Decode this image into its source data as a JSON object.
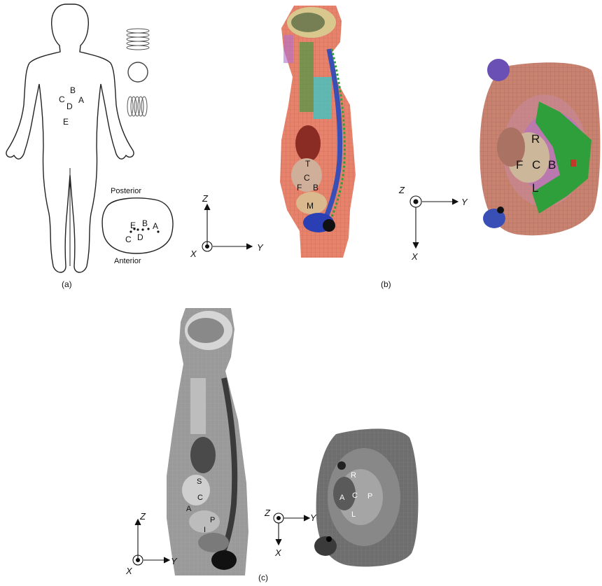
{
  "panel_a": {
    "caption": "(a)",
    "body_points": [
      "B",
      "C",
      "D",
      "A",
      "E"
    ],
    "section_posterior": "Posterior",
    "section_anterior": "Anterior",
    "section_points": [
      "E",
      "B",
      "A",
      "C",
      "D"
    ]
  },
  "panel_b": {
    "caption": "(b)",
    "sagittal_labels": [
      "T",
      "C",
      "F",
      "B",
      "M"
    ],
    "sagittal_axes": {
      "z": "Z",
      "x": "X",
      "y": "Y"
    },
    "axial_labels": [
      "R",
      "F",
      "C",
      "B",
      "L"
    ],
    "axial_axes": {
      "z": "Z",
      "y": "Y",
      "x": "X"
    }
  },
  "panel_c": {
    "caption": "(c)",
    "sagittal_labels": [
      "S",
      "C",
      "A",
      "P",
      "I"
    ],
    "sagittal_axes": {
      "z": "Z",
      "x": "X",
      "y": "Y"
    },
    "axial_labels": [
      "R",
      "A",
      "C",
      "P",
      "L"
    ],
    "axial_axes": {
      "z": "Z",
      "y": "Y",
      "x": "X"
    }
  },
  "colors": {
    "skin": "#e9826b",
    "spine": "#3a4fb5",
    "gray_body": "#9a9a9a",
    "green_tissue": "#2e9f3a",
    "violet_tissue": "#b06fd0"
  }
}
